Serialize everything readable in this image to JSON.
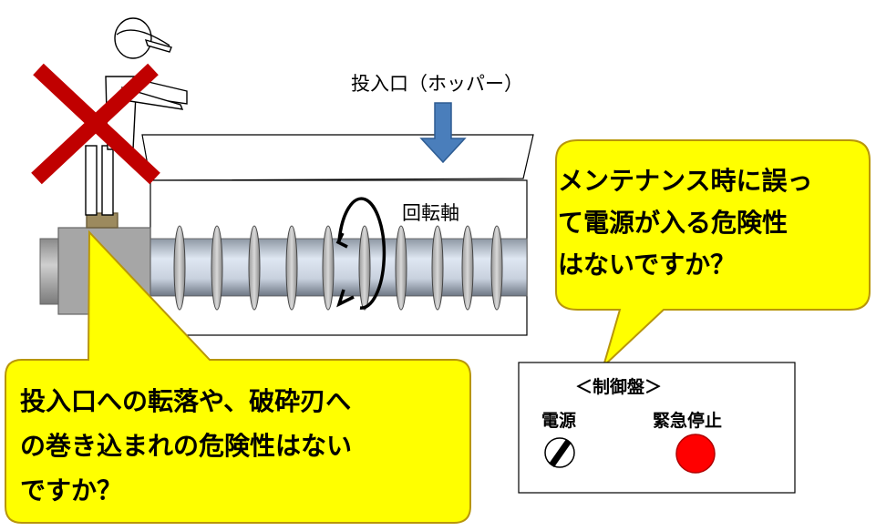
{
  "labels": {
    "hopper": "投入口（ホッパー）",
    "shaft": "回転軸"
  },
  "callouts": {
    "maintenance": [
      "メンテナンス時に誤っ",
      "て電源が入る危険性",
      "はないですか？"
    ],
    "fall": [
      "投入口への転落や、破砕刃へ",
      "の巻き込まれの危険性はない",
      "ですか？"
    ]
  },
  "control_panel": {
    "title": "＜制御盤＞",
    "power_label": "電源",
    "emergency_stop_label": "緊急停止"
  },
  "colors": {
    "callout_fill": "#ffff00",
    "callout_border": "#b8960a",
    "prohibit_cross": "#c00000",
    "arrow": "#4a7ebb",
    "emergency_button": "#ff0000"
  }
}
